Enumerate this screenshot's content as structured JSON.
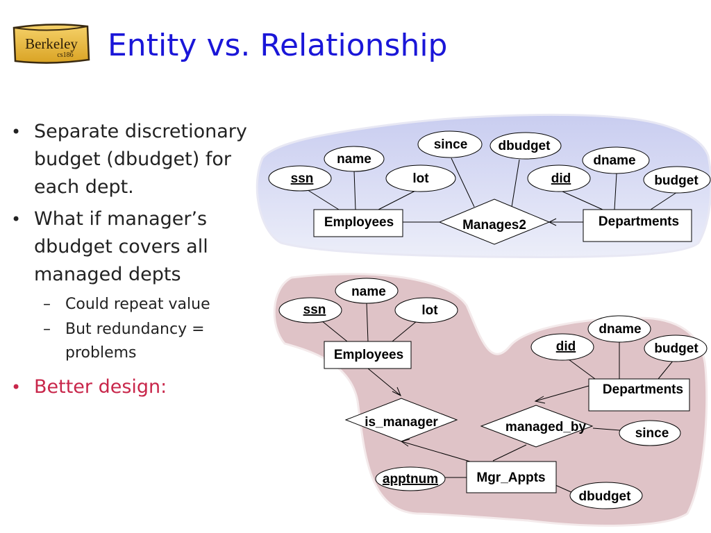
{
  "logo": {
    "text": "Berkeley",
    "subtext": "cs186"
  },
  "title": "Entity vs. Relationship",
  "bullets": [
    {
      "text": "Separate discretionary budget (dbudget) for each dept."
    },
    {
      "text": "What if manager’s dbudget covers all managed depts",
      "sub": [
        "Could repeat value",
        "But redundancy = problems"
      ]
    },
    {
      "text": "Better design:"
    }
  ],
  "colors": {
    "title": "#1a16d8",
    "accent": "#c8264a",
    "top_region": "#d6d8f2",
    "bottom_region": "#dfc3c7"
  },
  "diagram_top": {
    "entities": {
      "employees": "Employees",
      "departments": "Departments"
    },
    "relationship": "Manages2",
    "attributes": {
      "ssn": "ssn",
      "name": "name",
      "lot": "lot",
      "since": "since",
      "dbudget": "dbudget",
      "did": "did",
      "dname": "dname",
      "budget": "budget"
    }
  },
  "diagram_bottom": {
    "entities": {
      "employees": "Employees",
      "departments": "Departments",
      "mgr_appts": "Mgr_Appts"
    },
    "relationships": {
      "is_manager": "is_manager",
      "managed_by": "managed_by"
    },
    "attributes": {
      "ssn": "ssn",
      "name": "name",
      "lot": "lot",
      "did": "did",
      "dname": "dname",
      "budget": "budget",
      "since": "since",
      "apptnum": "apptnum",
      "dbudget": "dbudget"
    }
  }
}
